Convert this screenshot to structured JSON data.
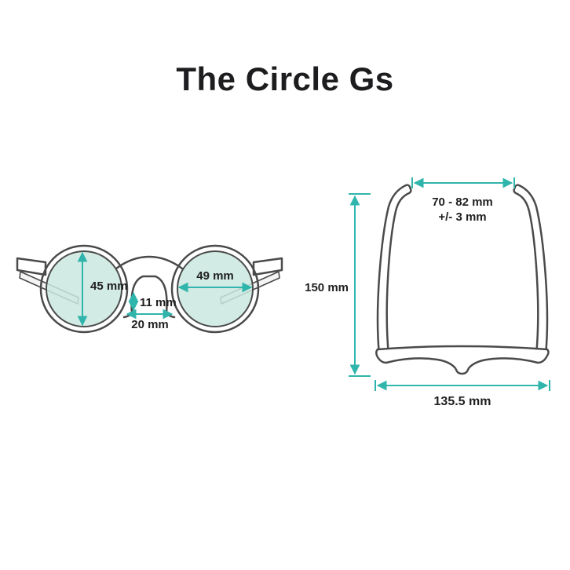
{
  "title": "The Circle Gs",
  "colors": {
    "accent": "#2fb5ac",
    "lens_tint": "#cae8df",
    "outline": "#4a4a4a",
    "text": "#1d1d1f",
    "background": "#ffffff"
  },
  "front_view": {
    "lens_height": "45 mm",
    "lens_width": "49 mm",
    "bridge_height": "11 mm",
    "bridge_width": "20 mm"
  },
  "top_view": {
    "temple_spread_line1": "70 - 82 mm",
    "temple_spread_line2": "+/- 3 mm",
    "temple_length": "150 mm",
    "frame_width": "135.5 mm"
  }
}
